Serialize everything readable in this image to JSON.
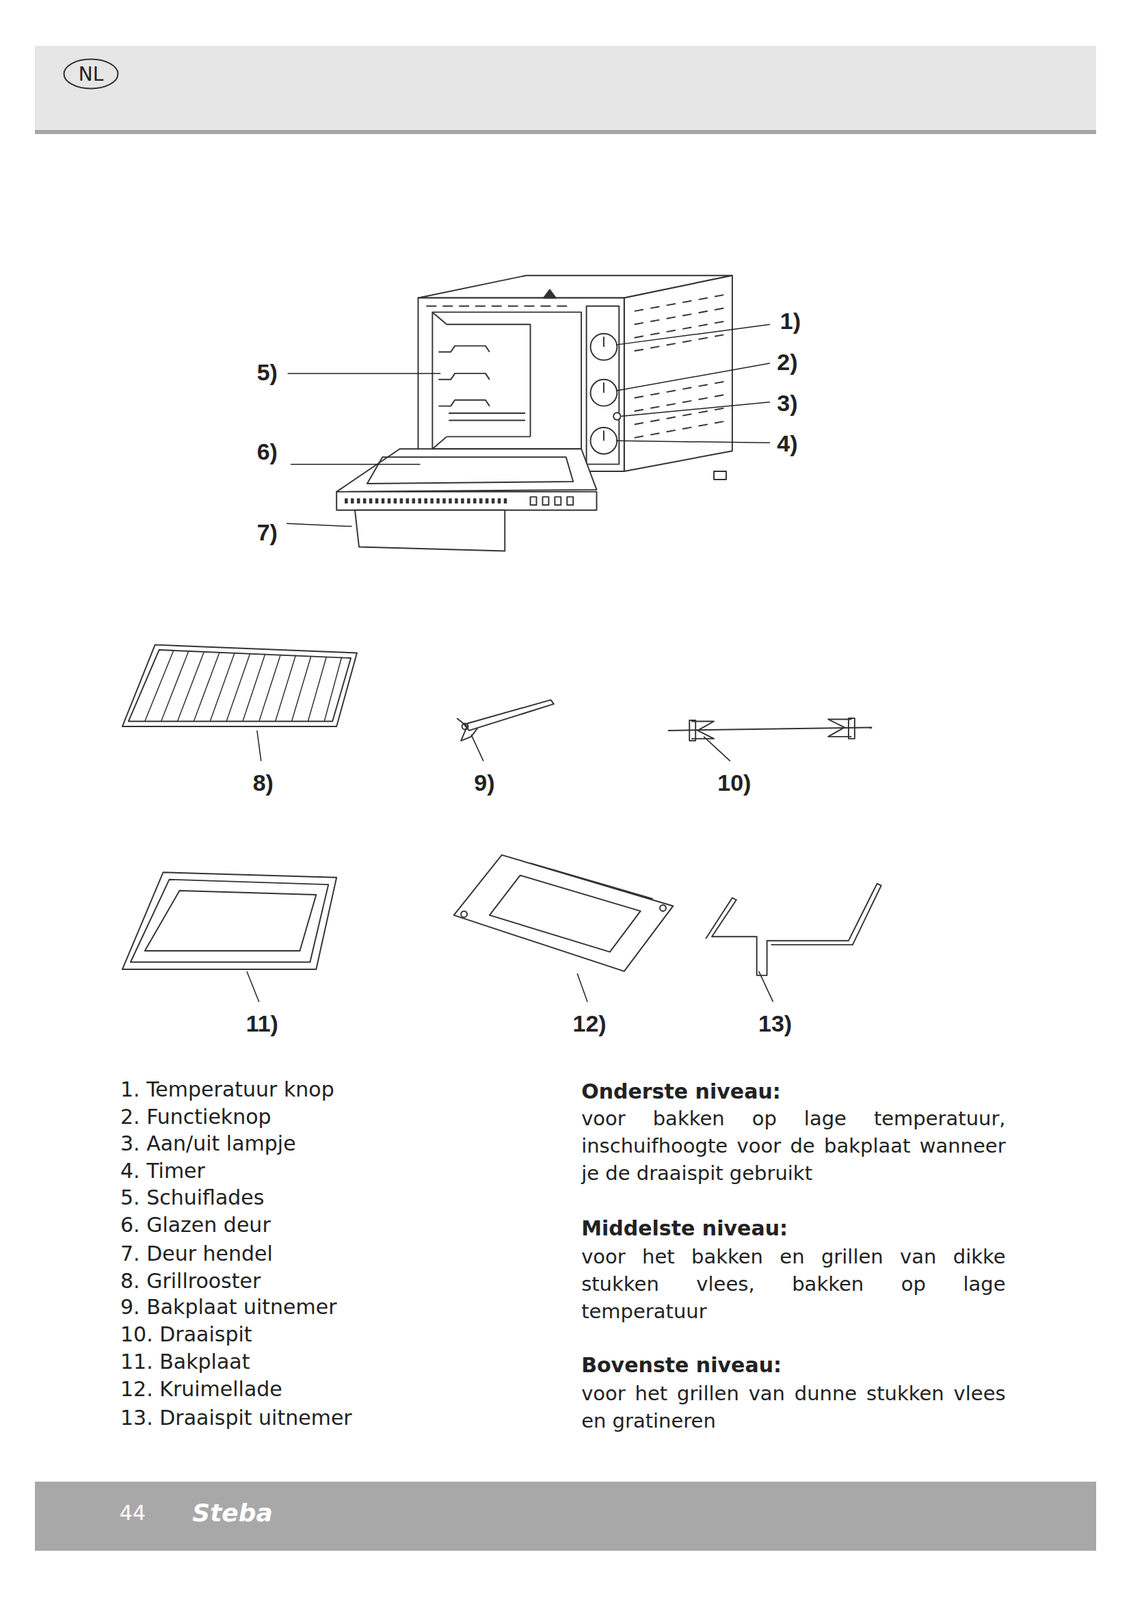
{
  "diagram": {
    "nodes": [
      {
        "text": [
          "NL"
        ]
      }
    ],
    "labels": [
      "1)",
      "2)",
      "3)",
      "4)",
      "5)",
      "6)",
      "7)",
      "8)",
      "9)",
      "10)",
      "11)",
      "12)",
      "13)",
      "1. Temperatuur knop",
      "2. Functieknop",
      "3. Aan/uit lampje",
      "4. Timer",
      "5. Schuiflades",
      "6. Glazen deur",
      "7. Deur hendel",
      "8. Grillrooster",
      "9. Bakplaat uitnemer",
      "10. Draaispit",
      "11. Bakplaat",
      "12. Kruimellade",
      "13. Draaispit uitnemer",
      "Onderste niveau:",
      "voor bakken op lage temperatuur, inschuifhoogte voor de bakplaat wanneer je de draaispit gebruikt",
      "Middelste niveau:",
      "voor het bakken en grillen van dikke stukken vlees, bakken op lage temperatuur",
      "Bovenste niveau:",
      "voor het grillen van dunne stukken vlees en gratineren",
      "44",
      "Steba"
    ]
  }
}
